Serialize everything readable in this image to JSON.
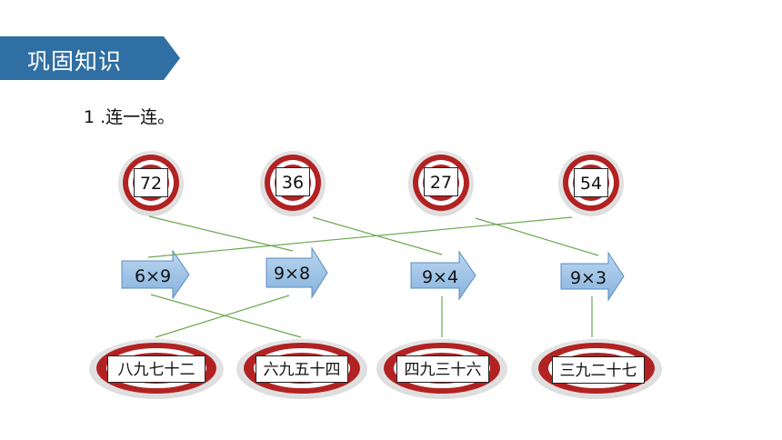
{
  "banner": {
    "title": "巩固知识",
    "color": "#2f6fa3"
  },
  "question": {
    "text": "1 .连一连。"
  },
  "numbers": [
    {
      "value": "72"
    },
    {
      "value": "36"
    },
    {
      "value": "27"
    },
    {
      "value": "54"
    }
  ],
  "expressions": [
    {
      "text": "6×9"
    },
    {
      "text": "9×8"
    },
    {
      "text": "9×4"
    },
    {
      "text": "9×3"
    }
  ],
  "phrases": [
    {
      "text": "八九七十二"
    },
    {
      "text": "六九五十四"
    },
    {
      "text": "四九三十六"
    },
    {
      "text": "三九二十七"
    }
  ],
  "colors": {
    "target_red": "#b22222",
    "arrow_fill": "#9dc3e6",
    "arrow_stroke": "#5b8cc0",
    "line": "#6aa84f"
  }
}
